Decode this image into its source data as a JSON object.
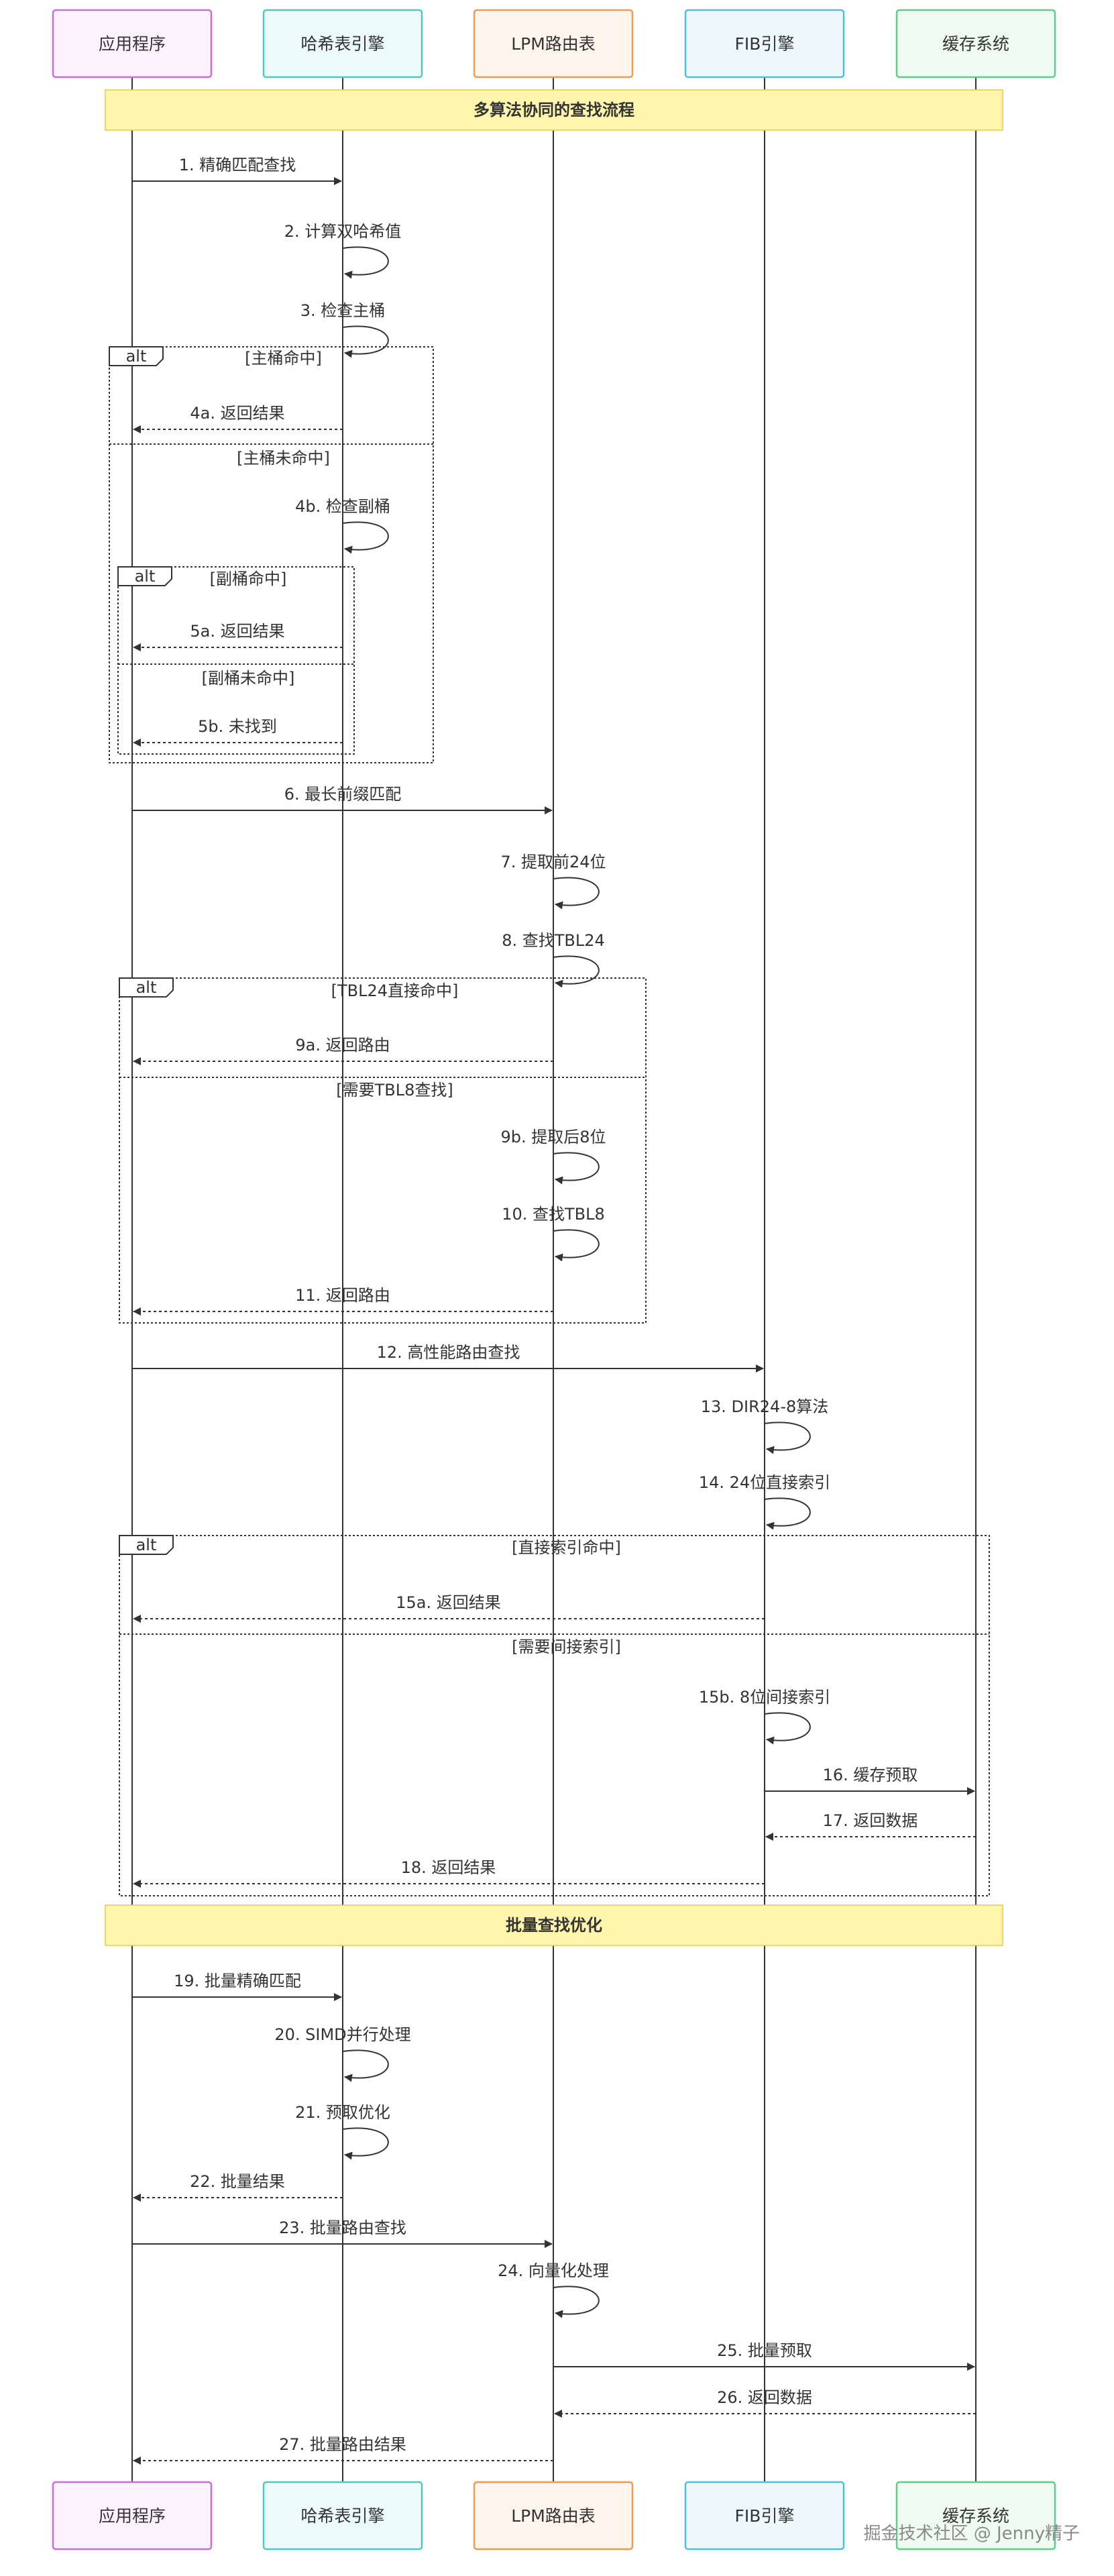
{
  "participants": [
    {
      "id": "app",
      "label": "应用程序",
      "stroke": "#c86ddb",
      "fill": "#fcf2fd"
    },
    {
      "id": "hash",
      "label": "哈希表引擎",
      "stroke": "#4fc9c2",
      "fill": "#edfafa"
    },
    {
      "id": "lpm",
      "label": "LPM路由表",
      "stroke": "#ef9c52",
      "fill": "#fdf5eb"
    },
    {
      "id": "fib",
      "label": "FIB引擎",
      "stroke": "#4ec0d8",
      "fill": "#ecf8fb"
    },
    {
      "id": "cache",
      "label": "缓存系统",
      "stroke": "#5fcd85",
      "fill": "#eefaf2"
    }
  ],
  "notes": [
    {
      "text": "多算法协同的查找流程"
    },
    {
      "text": "批量查找优化"
    }
  ],
  "messages": [
    {
      "text": "1. 精确匹配查找",
      "from": "app",
      "to": "hash",
      "style": "solid"
    },
    {
      "text": "2. 计算双哈希值",
      "from": "hash",
      "to": "hash",
      "style": "self"
    },
    {
      "text": "3. 检查主桶",
      "from": "hash",
      "to": "hash",
      "style": "self"
    },
    {
      "text": "4a. 返回结果",
      "from": "hash",
      "to": "app",
      "style": "dashed"
    },
    {
      "text": "4b. 检查副桶",
      "from": "hash",
      "to": "hash",
      "style": "self"
    },
    {
      "text": "5a. 返回结果",
      "from": "hash",
      "to": "app",
      "style": "dashed"
    },
    {
      "text": "5b. 未找到",
      "from": "hash",
      "to": "app",
      "style": "dashed"
    },
    {
      "text": "6. 最长前缀匹配",
      "from": "app",
      "to": "lpm",
      "style": "solid"
    },
    {
      "text": "7. 提取前24位",
      "from": "lpm",
      "to": "lpm",
      "style": "self"
    },
    {
      "text": "8. 查找TBL24",
      "from": "lpm",
      "to": "lpm",
      "style": "self"
    },
    {
      "text": "9a. 返回路由",
      "from": "lpm",
      "to": "app",
      "style": "dashed"
    },
    {
      "text": "9b. 提取后8位",
      "from": "lpm",
      "to": "lpm",
      "style": "self"
    },
    {
      "text": "10. 查找TBL8",
      "from": "lpm",
      "to": "lpm",
      "style": "self"
    },
    {
      "text": "11. 返回路由",
      "from": "lpm",
      "to": "app",
      "style": "dashed"
    },
    {
      "text": "12. 高性能路由查找",
      "from": "app",
      "to": "fib",
      "style": "solid"
    },
    {
      "text": "13. DIR24-8算法",
      "from": "fib",
      "to": "fib",
      "style": "self"
    },
    {
      "text": "14. 24位直接索引",
      "from": "fib",
      "to": "fib",
      "style": "self"
    },
    {
      "text": "15a. 返回结果",
      "from": "fib",
      "to": "app",
      "style": "dashed"
    },
    {
      "text": "15b. 8位间接索引",
      "from": "fib",
      "to": "fib",
      "style": "self"
    },
    {
      "text": "16. 缓存预取",
      "from": "fib",
      "to": "cache",
      "style": "solid"
    },
    {
      "text": "17. 返回数据",
      "from": "cache",
      "to": "fib",
      "style": "dashed"
    },
    {
      "text": "18. 返回结果",
      "from": "fib",
      "to": "app",
      "style": "dashed"
    },
    {
      "text": "19. 批量精确匹配",
      "from": "app",
      "to": "hash",
      "style": "solid"
    },
    {
      "text": "20. SIMD并行处理",
      "from": "hash",
      "to": "hash",
      "style": "self"
    },
    {
      "text": "21. 预取优化",
      "from": "hash",
      "to": "hash",
      "style": "self"
    },
    {
      "text": "22. 批量结果",
      "from": "hash",
      "to": "app",
      "style": "dashed"
    },
    {
      "text": "23. 批量路由查找",
      "from": "app",
      "to": "lpm",
      "style": "solid"
    },
    {
      "text": "24. 向量化处理",
      "from": "lpm",
      "to": "lpm",
      "style": "self"
    },
    {
      "text": "25. 批量预取",
      "from": "lpm",
      "to": "cache",
      "style": "solid"
    },
    {
      "text": "26. 返回数据",
      "from": "cache",
      "to": "lpm",
      "style": "dashed"
    },
    {
      "text": "27. 批量路由结果",
      "from": "lpm",
      "to": "app",
      "style": "dashed"
    }
  ],
  "fragments": [
    {
      "keyword": "alt",
      "sections": [
        "[主桶命中]",
        "[主桶未命中]"
      ]
    },
    {
      "keyword": "alt",
      "sections": [
        "[副桶命中]",
        "[副桶未命中]"
      ]
    },
    {
      "keyword": "alt",
      "sections": [
        "[TBL24直接命中]",
        "[需要TBL8查找]"
      ]
    },
    {
      "keyword": "alt",
      "sections": [
        "[直接索引命中]",
        "[需要间接索引]"
      ]
    }
  ],
  "watermark": "掘金技术社区 @ Jenny精子",
  "colors": {
    "line": "#333333",
    "note_fill": "#fff5ad",
    "note_stroke": "#e6cf5a",
    "fragment_stroke": "#333333"
  }
}
